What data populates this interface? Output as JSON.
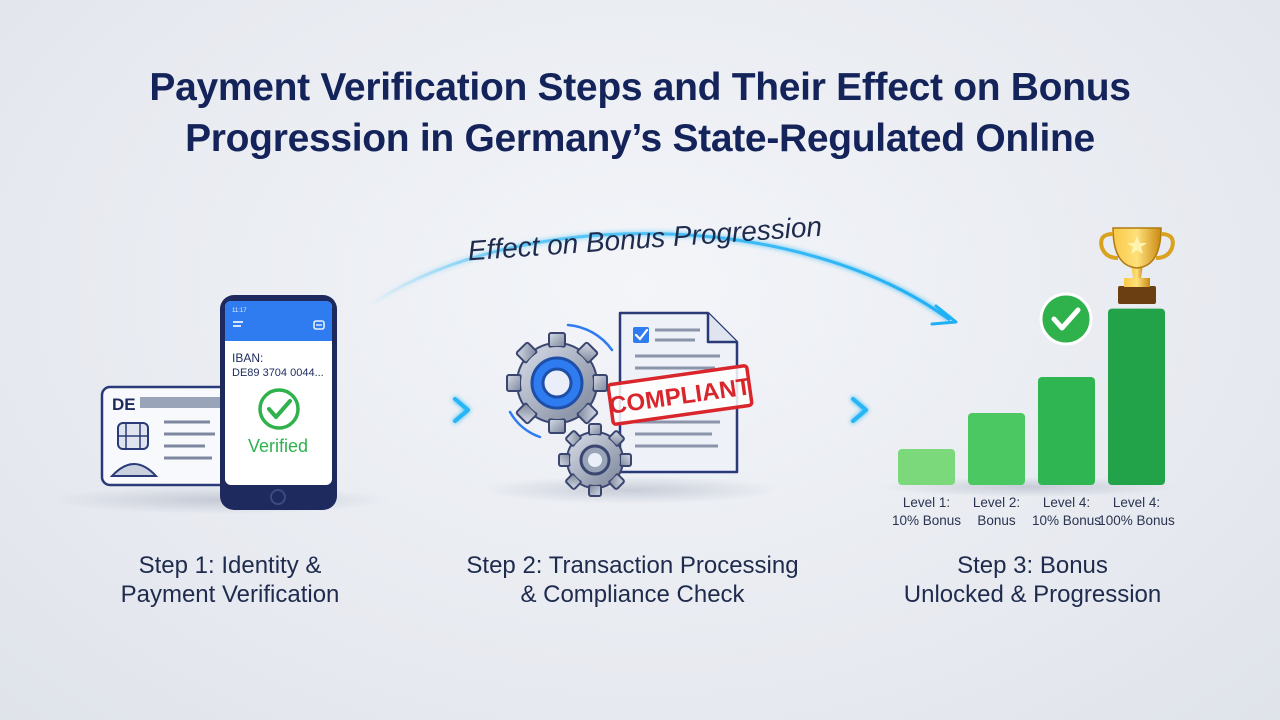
{
  "title": {
    "line1": "Payment Verification Steps and Their Effect on Bonus",
    "line2": "Progression in Germany’s State-Regulated Online"
  },
  "arc_label": "Effect on Bonus Progression",
  "step1": {
    "caption_line1": "Step 1: Identity &",
    "caption_line2": "Payment Verification",
    "id_card_country": "DE",
    "phone_iban_label": "IBAN:",
    "phone_iban_value": "DE89 3704 0044...",
    "phone_status": "Verified",
    "phone_clock": "11:17"
  },
  "step2": {
    "caption_line1": "Step 2: Transaction Processing",
    "caption_line2": "& Compliance Check",
    "stamp_text": "COMPLIANT"
  },
  "step3": {
    "caption_line1": "Step 3: Bonus",
    "caption_line2": "Unlocked & Progression"
  },
  "bars": [
    {
      "label_line1": "Level 1:",
      "label_line2": "10% Bonus",
      "height": 1,
      "color": "#7bd97b"
    },
    {
      "label_line1": "Level 2:",
      "label_line2": "Bonus",
      "height": 2,
      "color": "#4cc862"
    },
    {
      "label_line1": "Level 4:",
      "label_line2": "10% Bonus",
      "height": 3,
      "color": "#2fb552"
    },
    {
      "label_line1": "Level 4:",
      "label_line2": "100% Bonus",
      "height": 4.9,
      "color": "#22a34a"
    }
  ],
  "colors": {
    "title": "#14245a",
    "arrow": "#27b6f5",
    "check_green": "#2fb24c",
    "stamp_red": "#d9262c",
    "phone_header": "#2f7cf0"
  },
  "icons": [
    "id-card-icon",
    "phone-icon",
    "check-icon",
    "gear-icon",
    "document-icon",
    "trophy-icon"
  ]
}
